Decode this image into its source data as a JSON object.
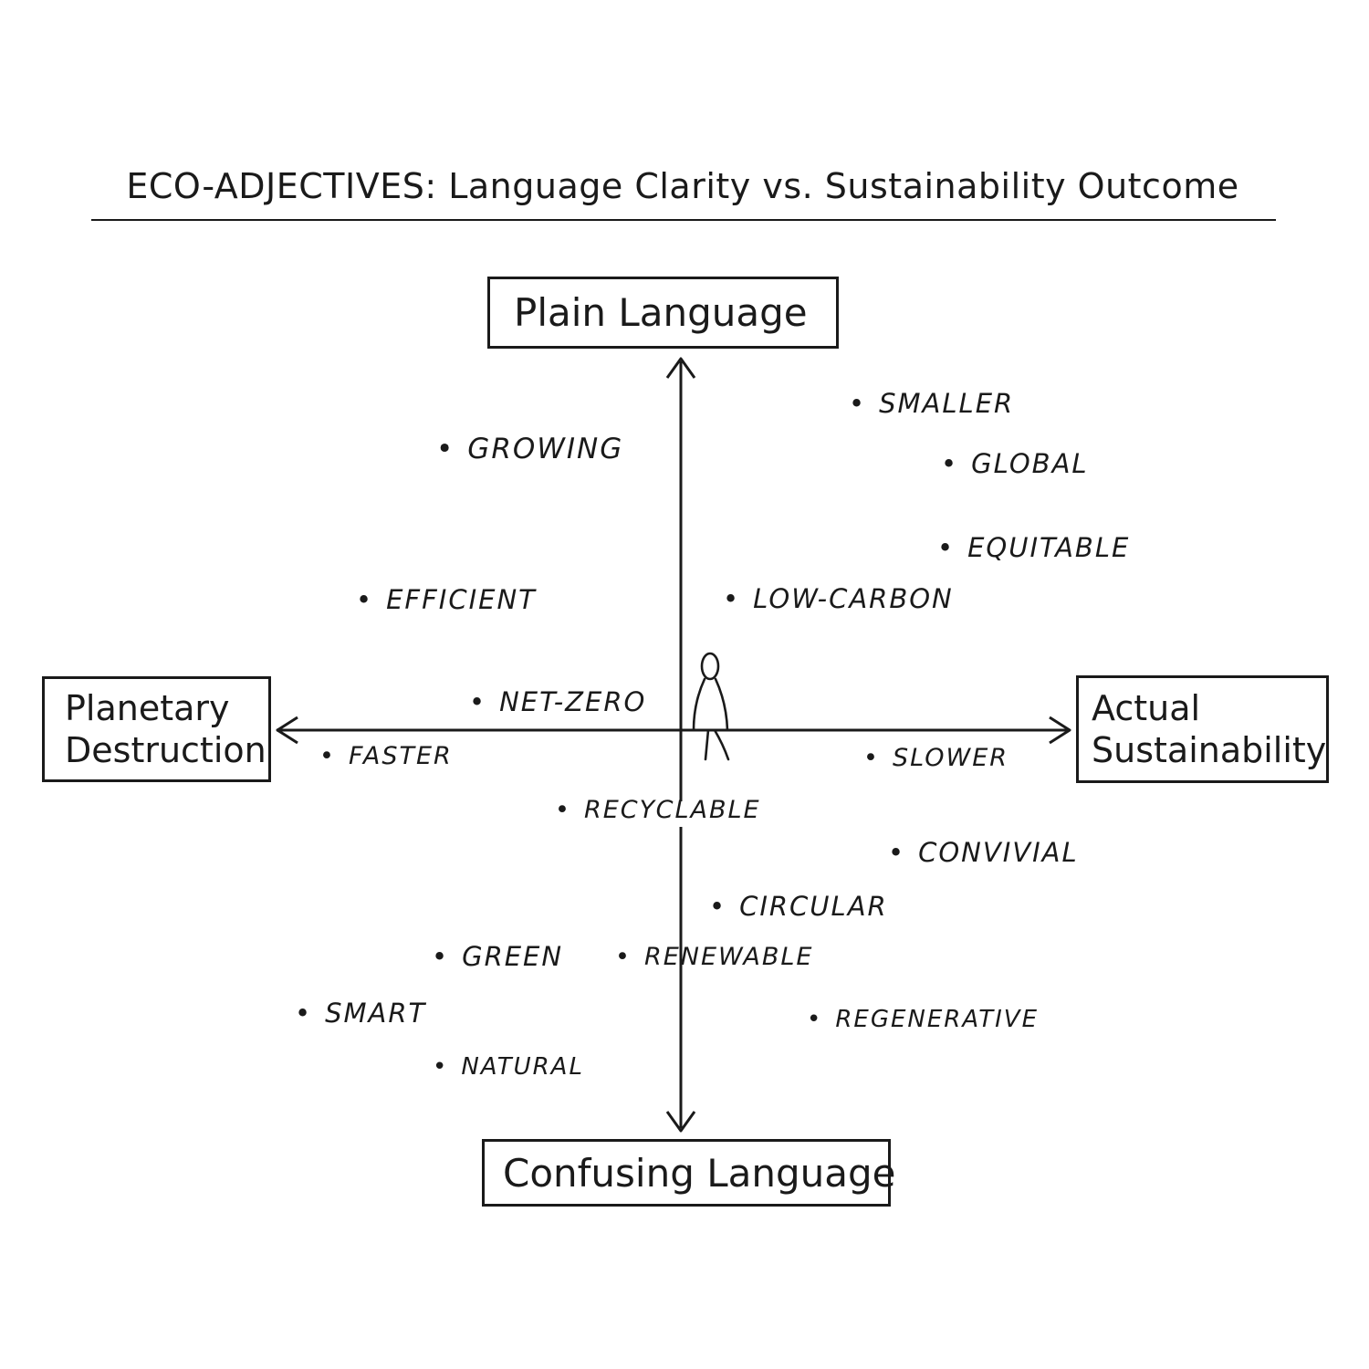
{
  "title": "ECO-ADJECTIVES: Language Clarity vs. Sustainability Outcome",
  "axis_labels": {
    "top": "Plain Language",
    "bottom": "Confusing Language",
    "left_line1": "Planetary",
    "left_line2": "Destruction",
    "right_line1": "Actual",
    "right_line2": "Sustainability"
  },
  "bullet": "•",
  "terms": {
    "smaller": "SMALLER",
    "growing": "GROWING",
    "global": "GLOBAL",
    "equitable": "EQUITABLE",
    "efficient": "EFFICIENT",
    "low_carbon": "LOW-CARBON",
    "net_zero": "NET-ZERO",
    "faster": "FASTER",
    "slower": "SLOWER",
    "recyclable": "RECYCLABLE",
    "convivial": "CONVIVIAL",
    "circular": "CIRCULAR",
    "green": "GREEN",
    "renewable": "RENEWABLE",
    "smart": "SMART",
    "regenerative": "REGENERATIVE",
    "natural": "NATURAL"
  },
  "colors": {
    "ink": "#1a1a1a",
    "paper": "#ffffff"
  },
  "icons": {
    "center_figure": "stick-figure-icon"
  }
}
